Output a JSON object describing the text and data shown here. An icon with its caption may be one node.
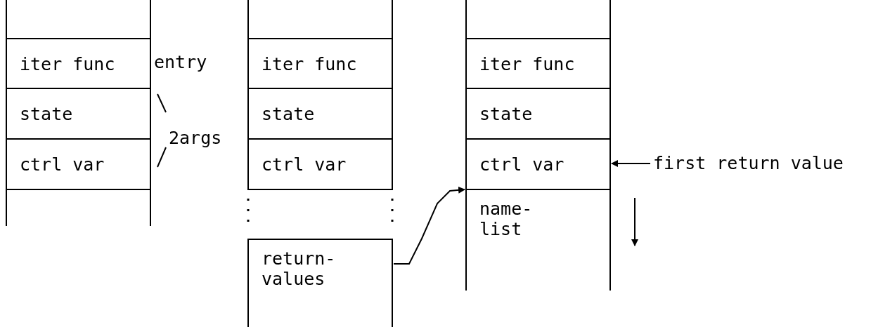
{
  "diagram": {
    "nodes": [
      {
        "text": [
          "iter func"
        ],
        "beside": [
          "entry"
        ]
      },
      {
        "text": [
          "iter func"
        ]
      },
      {
        "text": [
          "iter func"
        ]
      },
      {
        "text": [
          "state"
        ]
      },
      {
        "text": [
          "state"
        ]
      },
      {
        "text": [
          "state"
        ]
      },
      {
        "text": [
          "ctrl var"
        ]
      },
      {
        "text": [
          "ctrl var"
        ]
      },
      {
        "text": [
          "ctrl var"
        ]
      },
      {
        "text": [
          "first return value"
        ]
      },
      {
        "text": [
          "name- list"
        ]
      },
      {
        "text": [
          "return- values"
        ]
      }
    ],
    "edges": [
      {
        "from": 9,
        "to": 8,
        "arrow": "to"
      },
      {
        "from": 11,
        "to": 10,
        "arrow": "to"
      }
    ],
    "labels": [
      "2args"
    ]
  }
}
